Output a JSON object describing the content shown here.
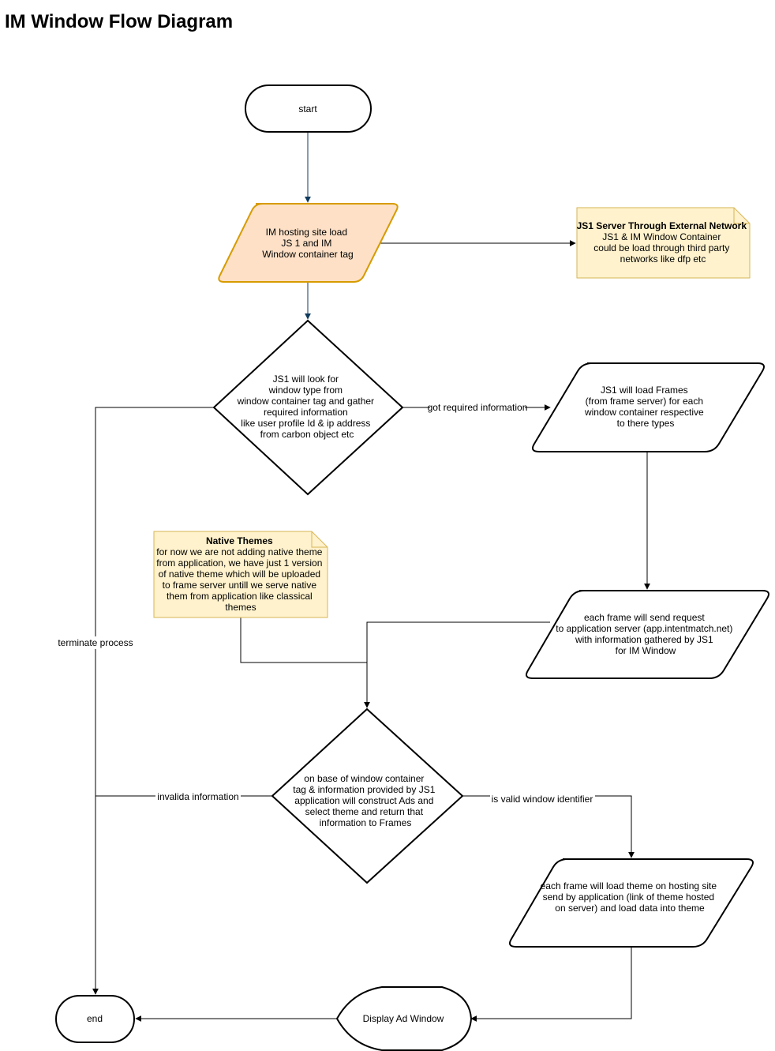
{
  "title": "IM Window Flow Diagram",
  "colors": {
    "stroke": "#000000",
    "accent_edge": "#0f3a5c",
    "highlight_fill": "#fde0c6",
    "highlight_stroke": "#d79b00",
    "note_fill": "#fff2cc",
    "note_stroke": "#d6b656"
  },
  "nodes": {
    "start": {
      "lines": [
        "start"
      ]
    },
    "load_js": {
      "lines": [
        "IM hosting site load",
        "JS 1 and IM",
        "Window container tag"
      ]
    },
    "decision_window": {
      "lines": [
        "JS1 will look for",
        "window type from",
        "window container tag and gather",
        "required information",
        "like user profile Id & ip address",
        "from carbon object etc"
      ]
    },
    "load_frames": {
      "lines": [
        "JS1 will load Frames",
        "(from frame server) for each",
        "window container respective",
        "to there types"
      ]
    },
    "send_request": {
      "lines": [
        "each frame will send request",
        "to application server (app.intentmatch.net)",
        "with information gathered by JS1",
        "for IM Window"
      ]
    },
    "decision_app": {
      "lines": [
        "on base of window container",
        "tag & information provided by JS1",
        "application will construct Ads and",
        "select theme and return that",
        "information to Frames"
      ]
    },
    "load_theme": {
      "lines": [
        "each frame will load theme on hosting site",
        "send by application (link of theme hosted",
        "on server)  and load data into theme"
      ]
    },
    "display": {
      "lines": [
        "Display Ad Window"
      ]
    },
    "end": {
      "lines": [
        "end"
      ]
    }
  },
  "notes": {
    "js1_server": {
      "title": "JS1 Server Through External Network",
      "lines": [
        "JS1 & IM Window Container",
        "could be load through third party",
        "networks like dfp etc"
      ]
    },
    "native_themes": {
      "title": "Native Themes",
      "lines": [
        "for now we are not adding native theme",
        "from application, we have just 1 version",
        "of native theme which will be uploaded",
        "to frame server untill we serve native",
        "them from application like classical",
        "themes"
      ]
    }
  },
  "edge_labels": {
    "got_info": "got required information",
    "terminate": "terminate process",
    "invalid": "invalida information",
    "valid": "is valid window identifier"
  }
}
